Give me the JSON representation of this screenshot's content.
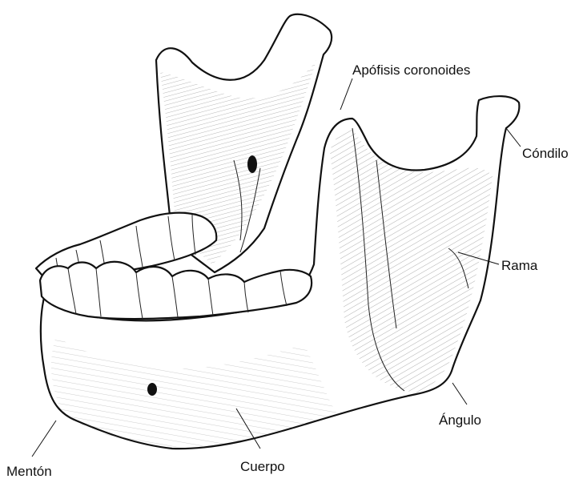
{
  "labels": {
    "coronoides": "Apófisis coronoides",
    "condilo": "Cóndilo",
    "rama": "Rama",
    "angulo": "Ángulo",
    "cuerpo": "Cuerpo",
    "menton": "Mentón"
  }
}
